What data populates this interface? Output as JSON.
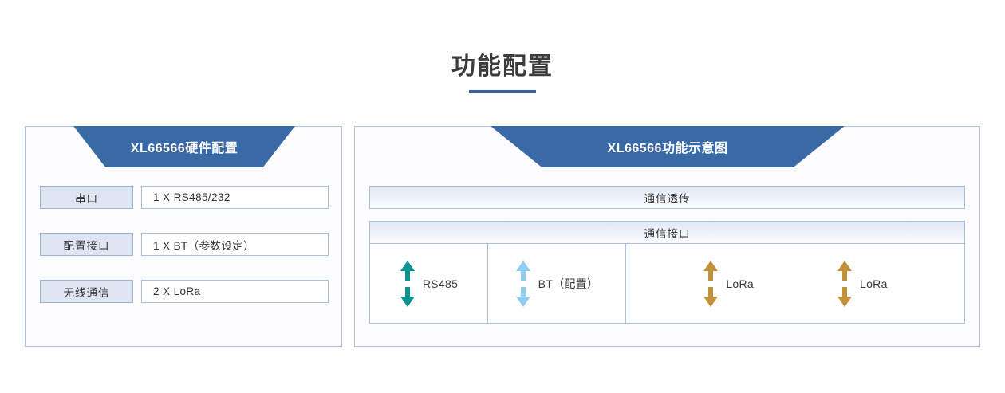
{
  "title": {
    "text": "功能配置",
    "underline_color": "#3a5f94"
  },
  "colors": {
    "banner_blue": "#3a6aa5",
    "panel_border": "#aec3e4",
    "label_fill": "#dde5f3",
    "label_border": "#9db3d8",
    "rs485_arrow": "#0b9490",
    "bt_arrow": "#8ecdf0",
    "lora_arrow": "#c2923a"
  },
  "left_panel": {
    "banner": "XL66566硬件配置",
    "rows": [
      {
        "label": "串口",
        "value": "1 X RS485/232"
      },
      {
        "label": "配置接口",
        "value": "1 X BT（参数设定）"
      },
      {
        "label": "无线通信",
        "value": "2 X LoRa"
      }
    ]
  },
  "right_panel": {
    "banner": "XL66566功能示意图",
    "transparent_bar": "通信透传",
    "interface_bar": "通信接口",
    "interfaces": [
      {
        "name": "RS485",
        "arrow_color": "#0b9490",
        "icon": "double-arrow-vertical-icon"
      },
      {
        "name": "BT（配置）",
        "arrow_color": "#8ecdf0",
        "icon": "double-arrow-vertical-icon"
      },
      {
        "name": "LoRa",
        "arrow_color": "#c2923a",
        "icon": "double-arrow-vertical-icon"
      },
      {
        "name": "LoRa",
        "arrow_color": "#c2923a",
        "icon": "double-arrow-vertical-icon"
      }
    ]
  }
}
